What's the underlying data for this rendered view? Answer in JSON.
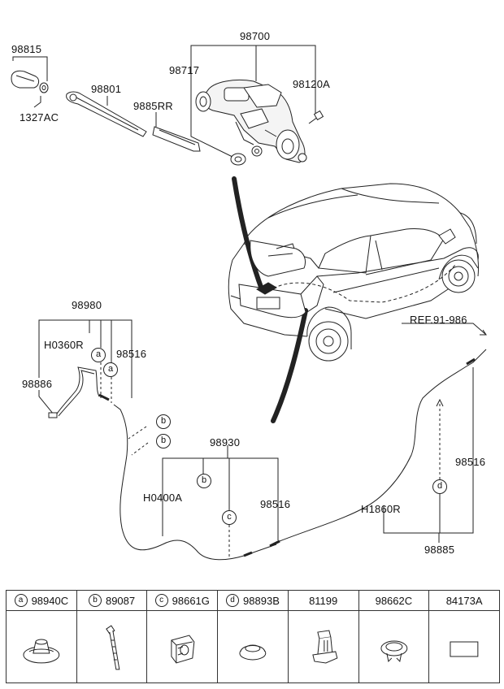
{
  "diagram_title": "Rear Wiper & Washer",
  "labels": {
    "p98815": "98815",
    "p1327AC": "1327AC",
    "p98801": "98801",
    "p9885RR": "9885RR",
    "p98700": "98700",
    "p98717": "98717",
    "p98120A": "98120A",
    "p98980": "98980",
    "pH0360R": "H0360R",
    "p98516a": "98516",
    "p98886": "98886",
    "p98930": "98930",
    "pH0400A": "H0400A",
    "p98516b": "98516",
    "pREF": "REF.91-986",
    "p98516c": "98516",
    "pH1860R": "H1860R",
    "p98885": "98885"
  },
  "callouts": {
    "a1": "a",
    "a2": "a",
    "b1": "b",
    "b2": "b",
    "b3": "b",
    "c1": "c",
    "d1": "d"
  },
  "legend": [
    {
      "letter": "a",
      "part": "98940C"
    },
    {
      "letter": "b",
      "part": "89087"
    },
    {
      "letter": "c",
      "part": "98661G"
    },
    {
      "letter": "d",
      "part": "98893B"
    },
    {
      "letter": "",
      "part": "81199"
    },
    {
      "letter": "",
      "part": "98662C"
    },
    {
      "letter": "",
      "part": "84173A"
    }
  ],
  "colors": {
    "line": "#222222",
    "background": "#ffffff"
  }
}
